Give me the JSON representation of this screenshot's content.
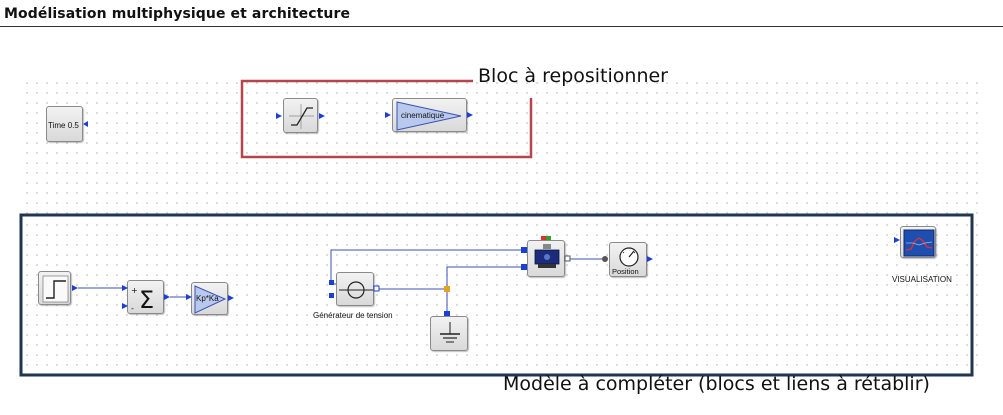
{
  "header": {
    "title": "Modélisation multiphysique et architecture"
  },
  "callouts": {
    "top": "Bloc à repositionner",
    "bottom": "Modèle à compléter (blocs et liens à rétablir)"
  },
  "blocks": {
    "time": "Time 0.5",
    "cinematique": "cinematique",
    "gain": "Kp*Ka",
    "generator": "Générateur de tension",
    "position": "Position",
    "visualisation": "VISUALISATION"
  },
  "colors": {
    "red_frame": "#b5454a",
    "navy_frame": "#1f3550",
    "wire": "#3a52b0",
    "port": "#1a3fd6"
  }
}
